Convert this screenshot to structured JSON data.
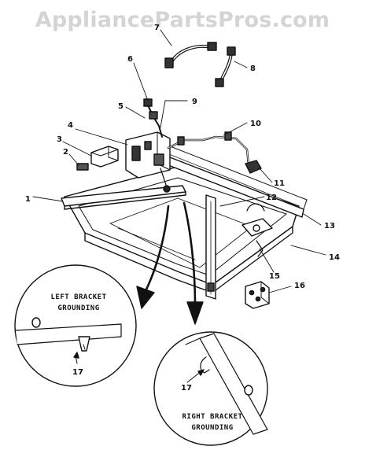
{
  "watermark": "AppliancePartsPros.com",
  "callouts": [
    "1",
    "2",
    "3",
    "4",
    "5",
    "6",
    "7",
    "8",
    "9",
    "10",
    "11",
    "12",
    "13",
    "14",
    "15",
    "16",
    "17",
    "17"
  ],
  "detail_left": {
    "line1": "LEFT BRACKET",
    "line2": "GROUNDING",
    "ref": "17"
  },
  "detail_right": {
    "line1": "RIGHT BRACKET",
    "line2": "GROUNDING",
    "ref": "17"
  }
}
